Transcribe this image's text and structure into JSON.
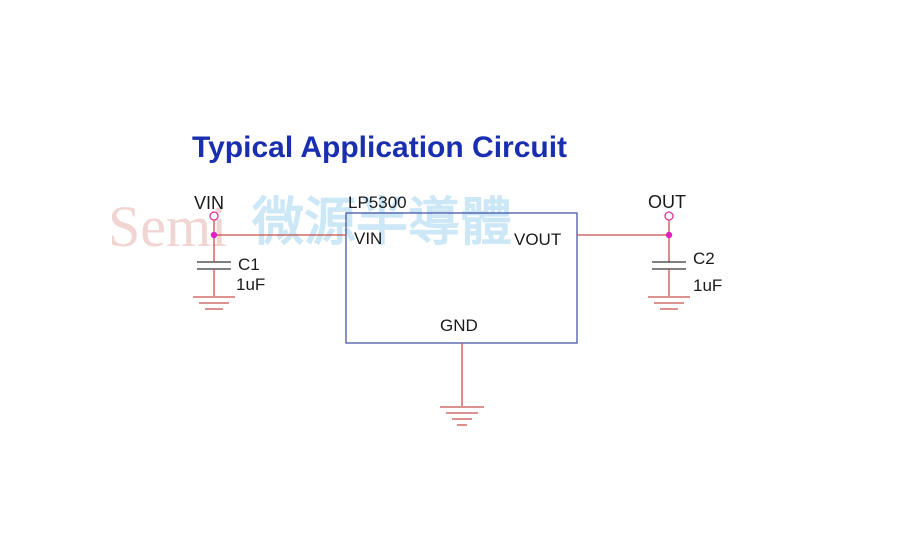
{
  "title": "Typical Application Circuit",
  "watermark": {
    "latin": "Semi",
    "cjk": "微源半導體"
  },
  "ic": {
    "part": "LP5300",
    "pin_in": "VIN",
    "pin_out": "VOUT",
    "pin_gnd": "GND"
  },
  "ports": {
    "input": "VIN",
    "output": "OUT"
  },
  "capacitors": [
    {
      "ref": "C1",
      "value": "1uF"
    },
    {
      "ref": "C2",
      "value": "1uF"
    }
  ],
  "colors": {
    "title": "#1a2fb0",
    "wire": "#c8504a",
    "junction": "#e020c0",
    "chip_outline": "#3a4aa0",
    "watermark_cjk": "#bcdff4",
    "watermark_latin": "#f1d5d3"
  }
}
